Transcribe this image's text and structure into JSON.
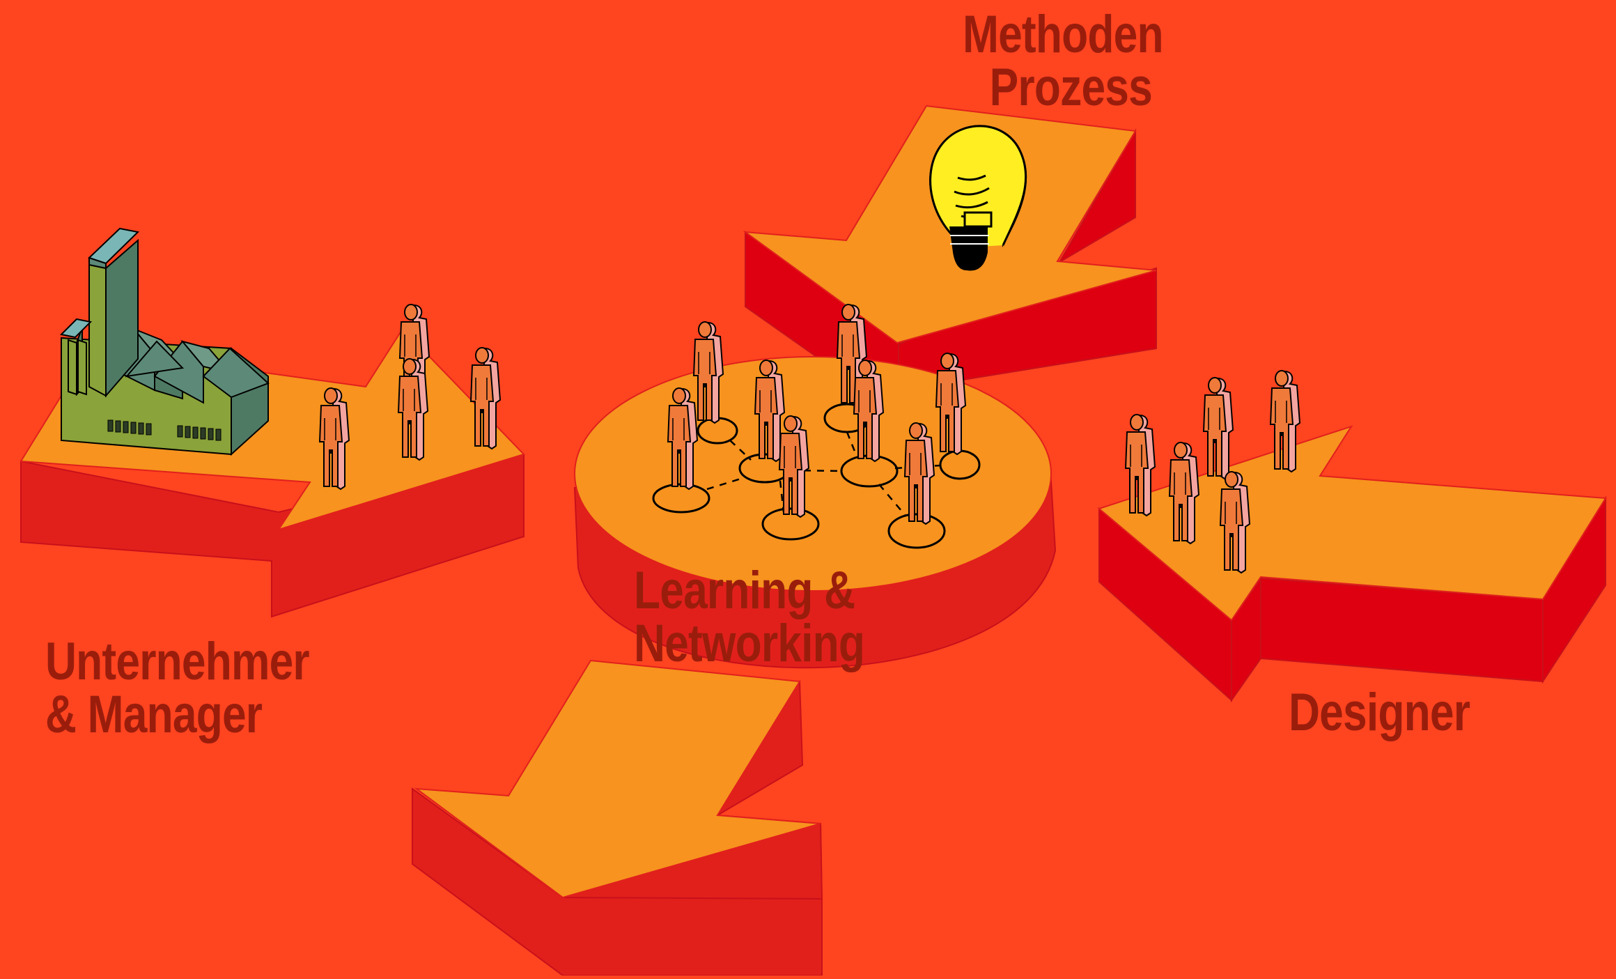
{
  "labels": {
    "methoden": [
      "Methoden",
      "Prozess"
    ],
    "learning": [
      "Learning &",
      "Networking"
    ],
    "unternehmer": [
      "Unternehmer",
      "& Manager"
    ],
    "designer": [
      "Designer"
    ]
  },
  "colors": {
    "background": "#ff4420",
    "arrow_top": "#f7931e",
    "arrow_side": "#e1201c",
    "arrow_side_dark": "#de0010",
    "label_text": "#9a1d0c",
    "person_front": "#f07a3a",
    "person_side": "#f4a5a0",
    "factory_front": "#8aa33a",
    "factory_roof": "#5d8a78",
    "bulb": "#ffee22"
  },
  "icons": [
    "factory-icon",
    "lightbulb-icon",
    "person-icon",
    "network-link-icon"
  ]
}
